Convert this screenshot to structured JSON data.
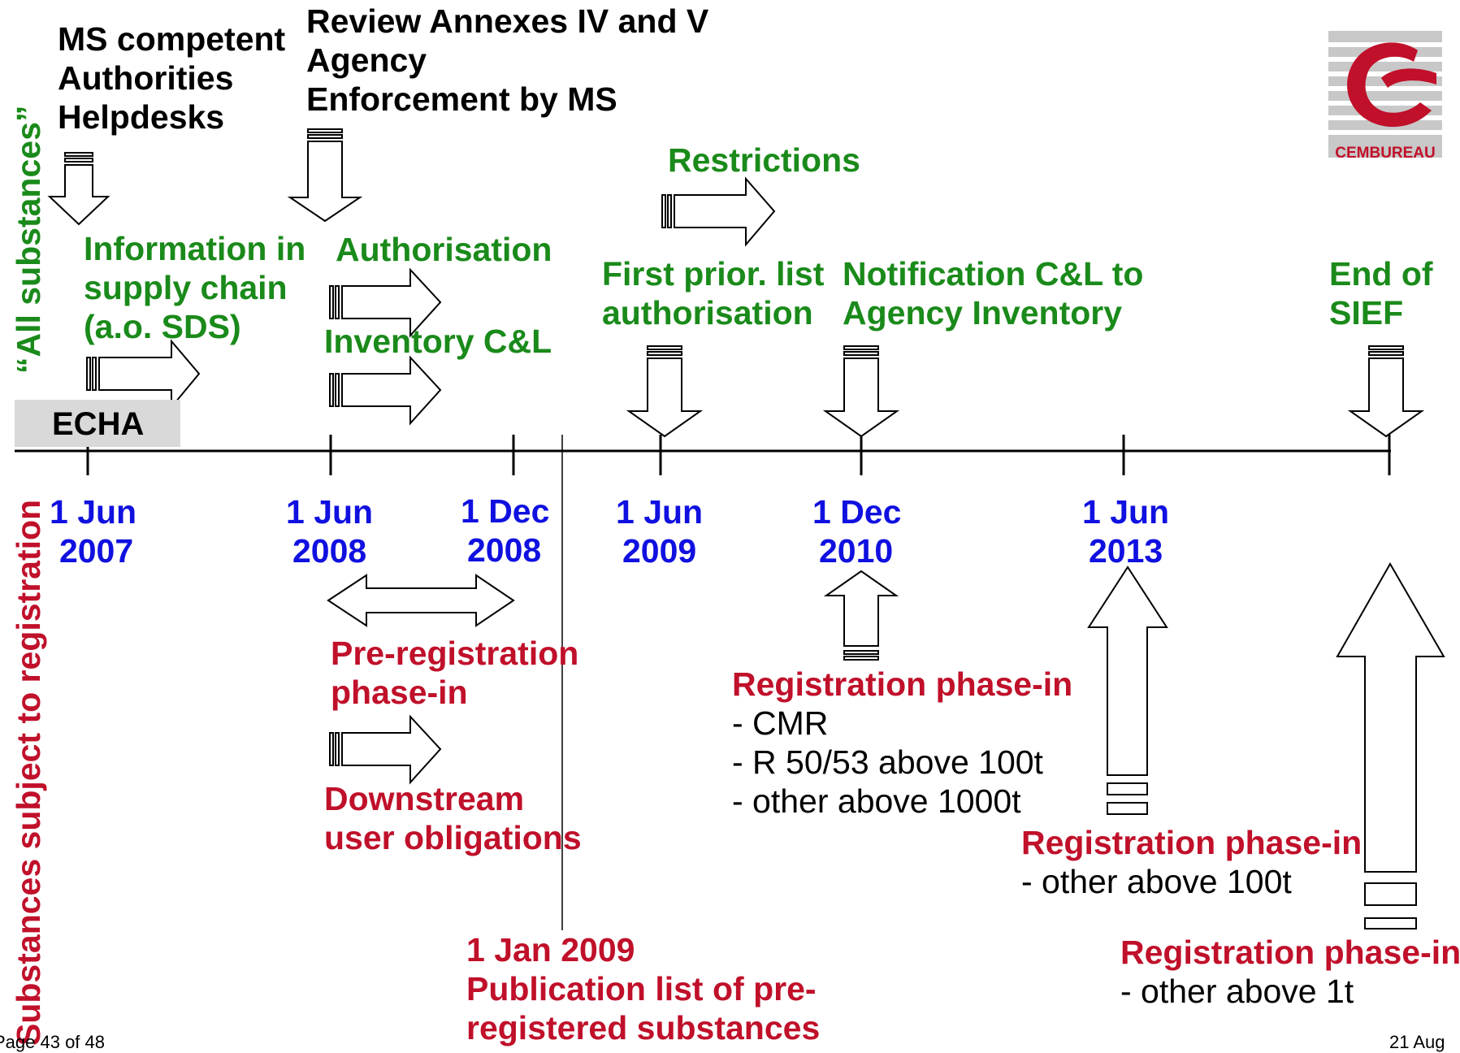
{
  "side_labels": {
    "top": "“All substances”",
    "bottom": "Substances subject to registration"
  },
  "echa": "ECHA",
  "top_black": {
    "ms_authorities": [
      "MS competent",
      "Authorities",
      "Helpdesks"
    ],
    "review": [
      "Review Annexes IV and V",
      "Agency",
      "Enforcement by MS"
    ]
  },
  "green": {
    "info_supply_chain": [
      "Information in",
      "supply chain",
      "(a.o. SDS)"
    ],
    "authorisation": "Authorisation",
    "inventory": "Inventory C&L",
    "restrictions": "Restrictions",
    "first_prior": [
      "First prior. list",
      "authorisation"
    ],
    "notification": [
      "Notification C&L to",
      "Agency Inventory"
    ],
    "end_sief": [
      "End of",
      "SIEF"
    ]
  },
  "dates": [
    {
      "line1": "1 Jun",
      "line2": "2007"
    },
    {
      "line1": "1 Jun",
      "line2": "2008"
    },
    {
      "line1": "1 Dec",
      "line2": "2008"
    },
    {
      "line1": "1 Jun",
      "line2": "2009"
    },
    {
      "line1": "1 Dec",
      "line2": "2010"
    },
    {
      "line1": "1 Jun",
      "line2": "2013"
    }
  ],
  "red": {
    "pre_registration": [
      "Pre-registration",
      "phase-in"
    ],
    "downstream": [
      "Downstream",
      "user obligations"
    ],
    "jan2009": [
      "1 Jan 2009",
      "Publication list of pre-",
      "registered substances"
    ],
    "reg_2010": {
      "title": "Registration phase-in",
      "items": [
        "- CMR",
        "- R 50/53 above 100t",
        "- other above 1000t"
      ]
    },
    "reg_2013": {
      "title": "Registration phase-in",
      "items": [
        "- other above 100t"
      ]
    },
    "reg_2018": {
      "title": "Registration phase-in",
      "items": [
        "- other above 1t"
      ]
    }
  },
  "logo_text": "CEMBUREAU",
  "footer": {
    "left": "Page 43 of 48",
    "right": "21 Aug"
  },
  "colors": {
    "green": "#1a8a1a",
    "red": "#c0102a",
    "blue": "#1010e0",
    "logo_red": "#c0102a",
    "logo_grey": "#c8c8c8"
  }
}
